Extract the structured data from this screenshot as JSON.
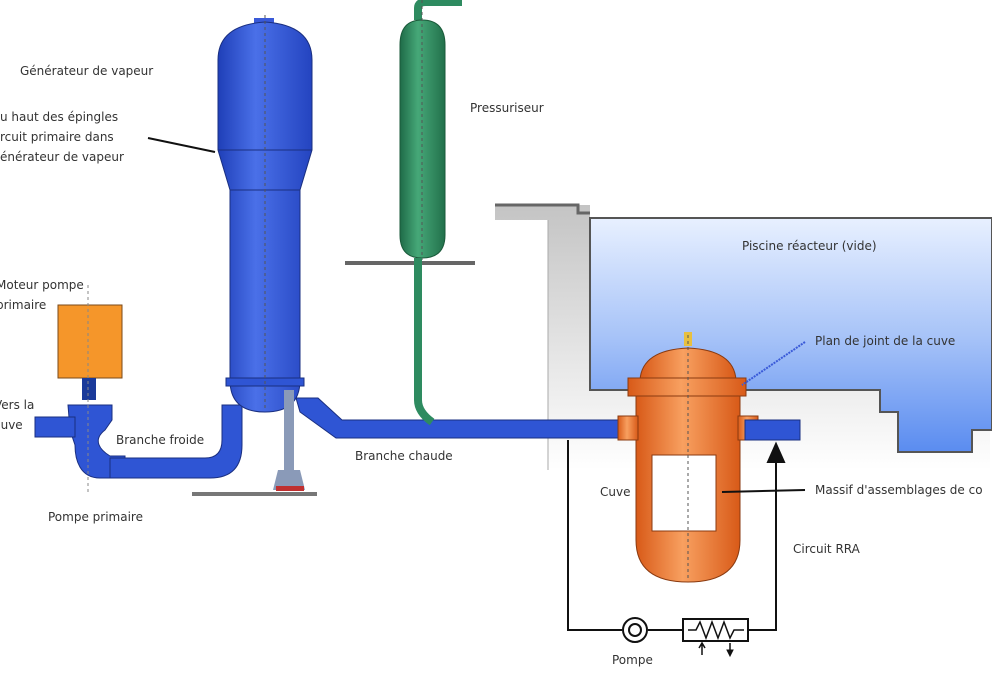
{
  "labels": {
    "steam_generator": "Générateur de vapeur",
    "hairpins_line1": "u haut des épingles",
    "hairpins_line2": "rcuit primaire dans",
    "hairpins_line3": "énérateur de vapeur",
    "pressurizer": "Pressuriseur",
    "pump_motor_line1": "Moteur pompe",
    "pump_motor_line2": "primaire",
    "to_vessel_line1": "Vers la",
    "to_vessel_line2": "cuve",
    "cold_leg": "Branche froide",
    "hot_leg": "Branche chaude",
    "primary_pump": "Pompe primaire",
    "reactor_pool": "Piscine réacteur (vide)",
    "vessel_flange": "Plan de joint de la cuve",
    "vessel": "Cuve",
    "core": "Massif d'assemblages de co",
    "rra_circuit": "Circuit RRA",
    "pump": "Pompe"
  },
  "colors": {
    "primary_circuit": "#2f55d4",
    "pressurizer": "#2e8b60",
    "vessel": "#f07a2a",
    "pump_motor": "#f5962a",
    "pool_water": "#5b8ef0",
    "concrete": "#c8c8c8"
  }
}
